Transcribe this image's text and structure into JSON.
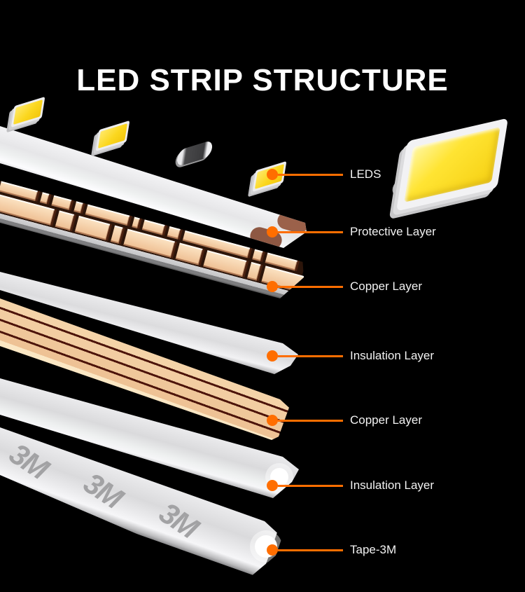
{
  "title": "LED STRIP STRUCTURE",
  "tape_brand": "3M",
  "colors": {
    "background": "#000000",
    "accent_orange": "#ff6e00",
    "title_text": "#ffffff",
    "label_text": "#f2f2f2",
    "led_yellow": "#fbd71f",
    "copper": "#f2cda2",
    "copper_gap_brown": "#4d140a",
    "insulation_gray": "#e0e0e2",
    "tape_gray": "#dadadc",
    "pad_brown": "#9b614a"
  },
  "layers": [
    {
      "id": "leds",
      "label": "LEDS"
    },
    {
      "id": "protective",
      "label": "Protective Layer"
    },
    {
      "id": "copper-top",
      "label": "Copper Layer"
    },
    {
      "id": "insulation-top",
      "label": "Insulation Layer"
    },
    {
      "id": "copper-bottom",
      "label": "Copper Layer"
    },
    {
      "id": "insulation-bottom",
      "label": "Insulation Layer"
    },
    {
      "id": "tape-3m",
      "label": "Tape-3M"
    }
  ]
}
